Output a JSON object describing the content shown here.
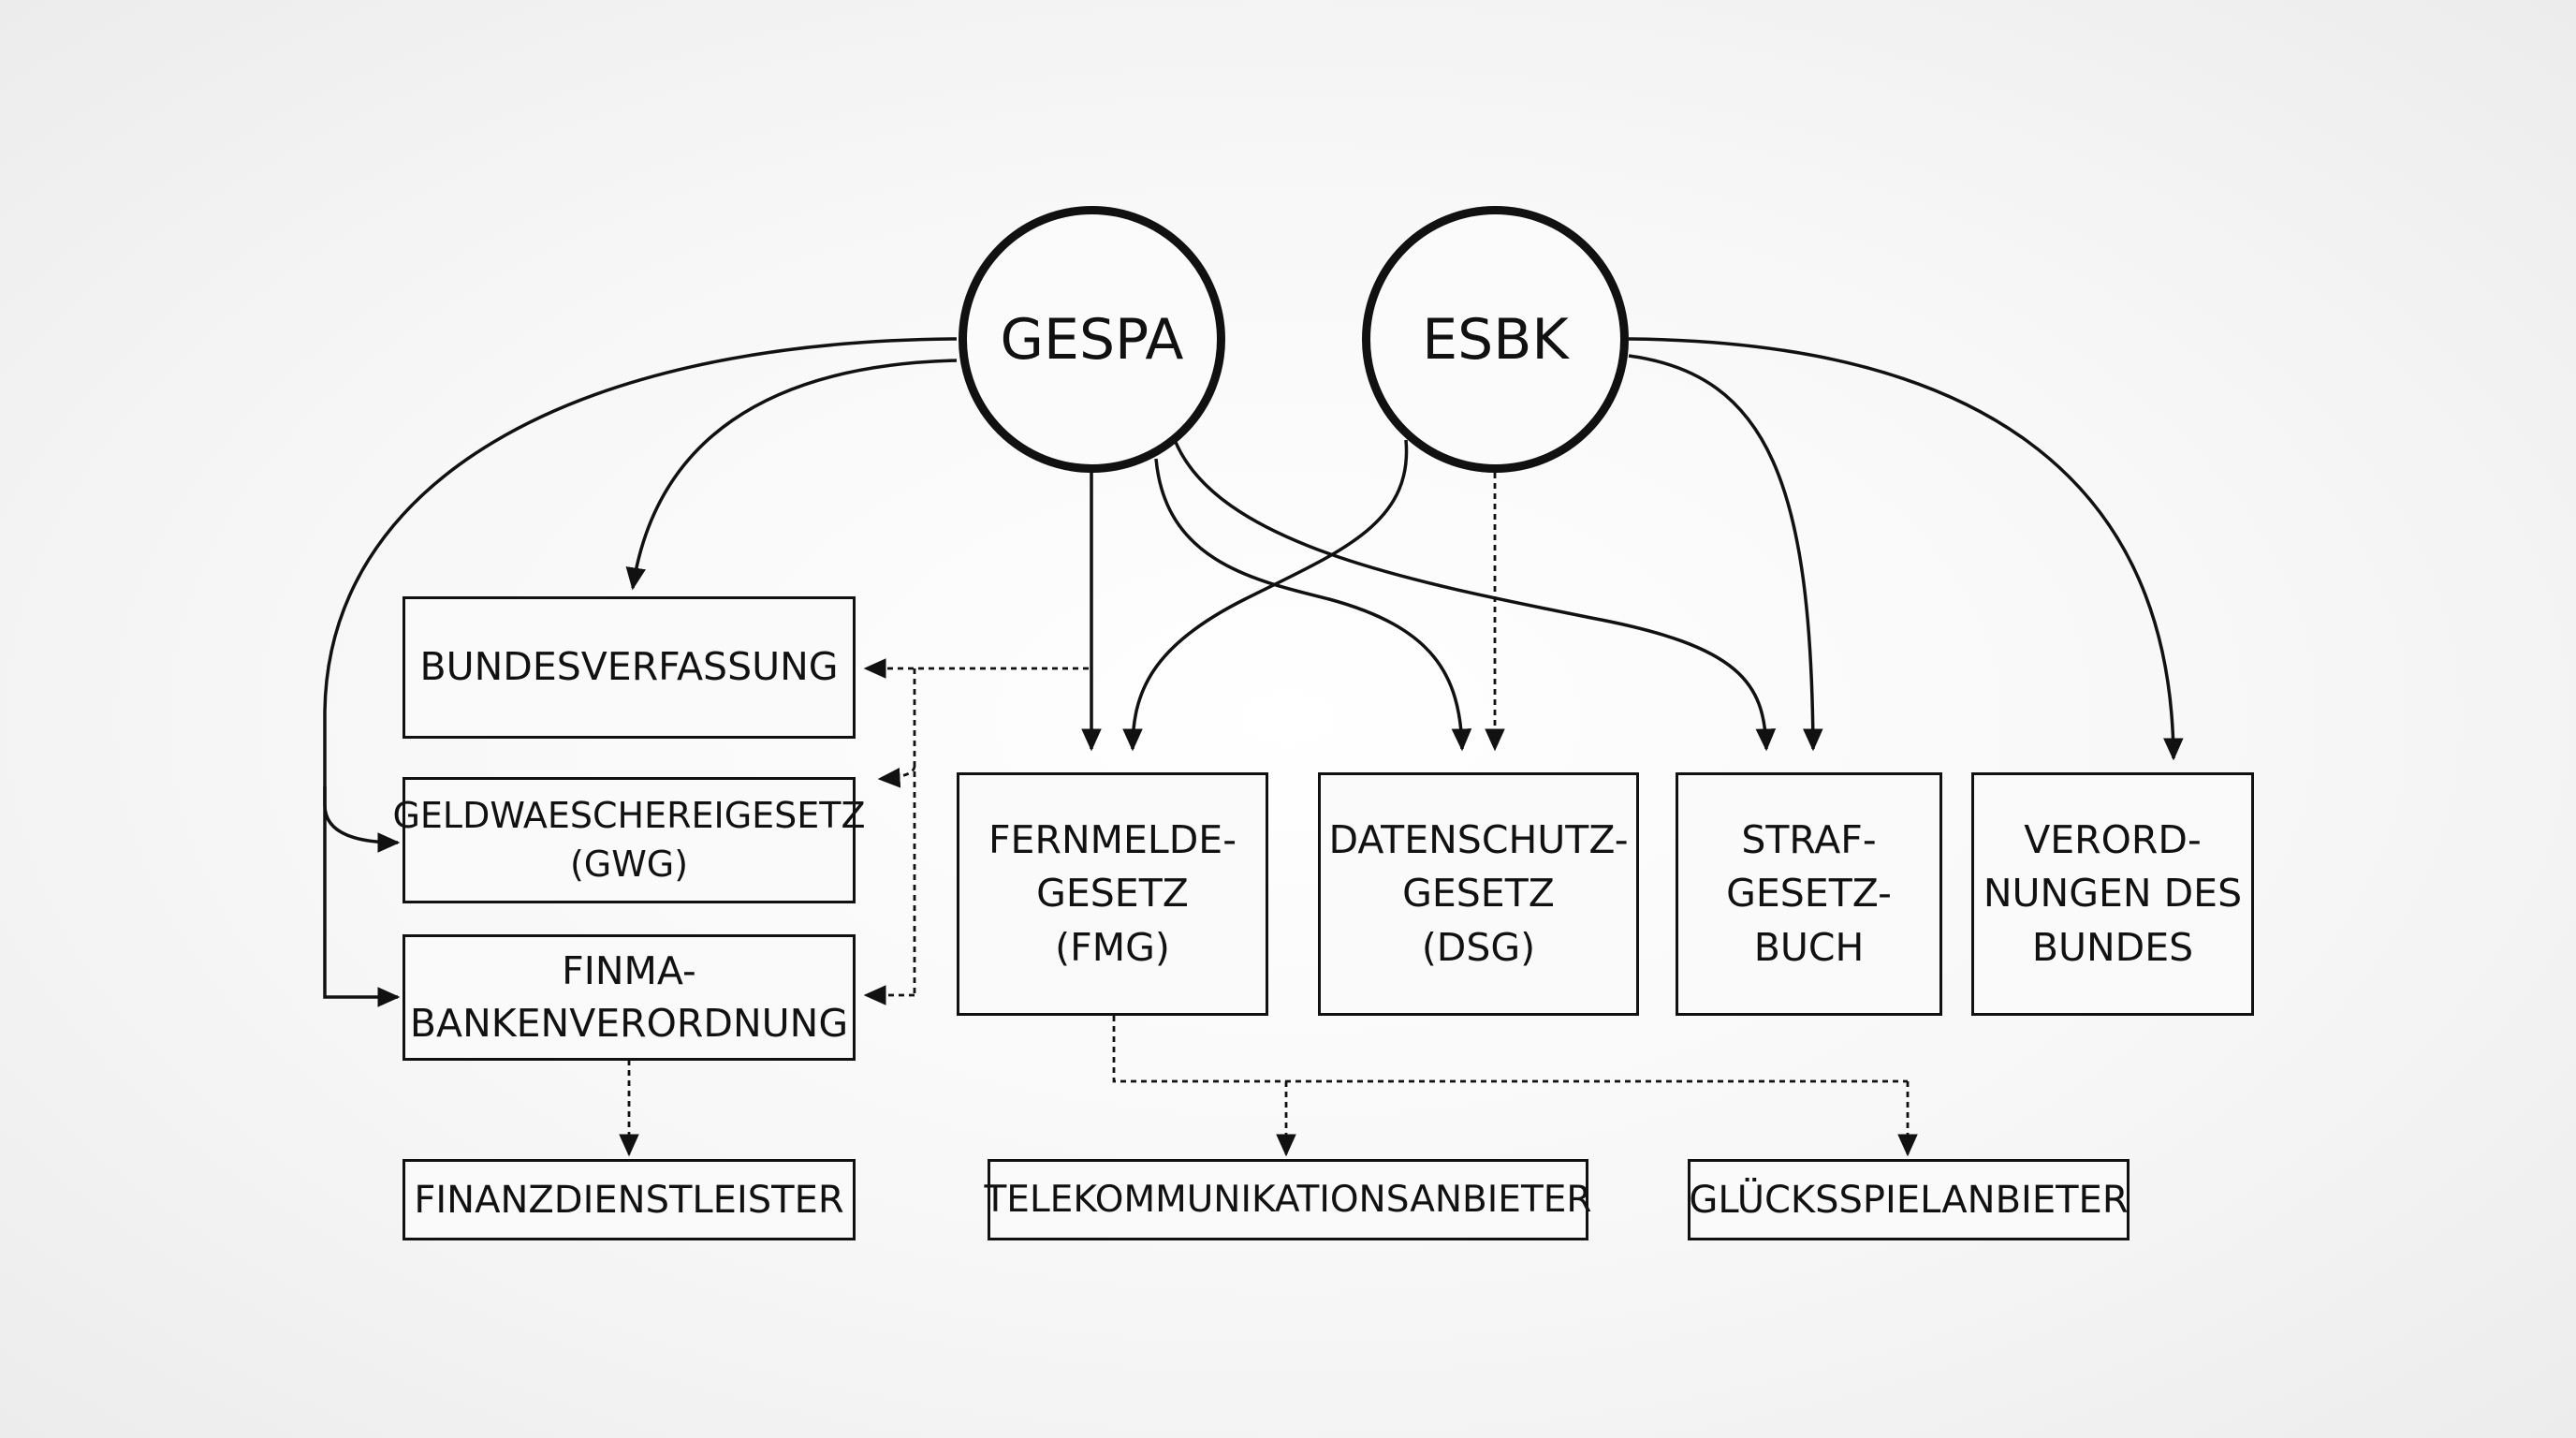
{
  "nodes": {
    "gespa": "GESPA",
    "esbk": "ESBK",
    "bundesverfassung": "BUNDESVERFASSUNG",
    "gwg": "GELDWAESCHEREIGESETZ\n(GWG)",
    "finma": "FINMA-\nBANKENVERORDNUNG",
    "fmg": "FERNMELDE-\nGESETZ\n(FMG)",
    "dsg": "DATENSCHUTZ-\nGESETZ\n(DSG)",
    "stgb": "STRAF-\nGESETZ-\nBUCH",
    "verordnungen": "VERORD-\nNUNGEN DES\nBUNDES",
    "finanzdienstleister": "FINANZDIENSTLEISTER",
    "telekom": "TELEKOMMUNIKATIONSANBIETER",
    "gluecksspiel": "GLÜCKSSPIELANBIETER"
  },
  "colors": {
    "stroke": "#111111",
    "background": "#f4f4f4"
  }
}
